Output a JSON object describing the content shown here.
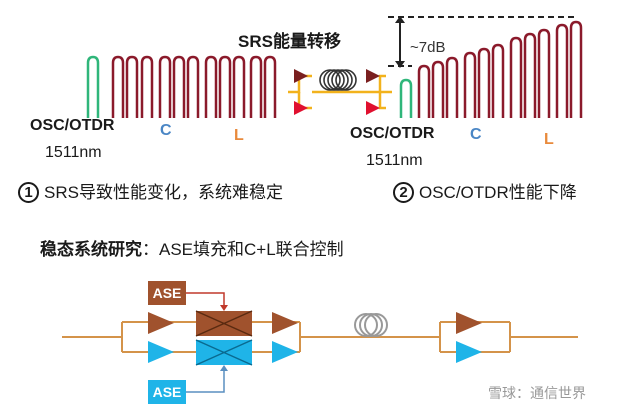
{
  "top": {
    "srs_title": "SRS能量转移",
    "db_label": "~7dB",
    "left_band": {
      "osc": "OSC/OTDR",
      "wavelength": "1511nm",
      "c": "C",
      "l": "L"
    },
    "right_band": {
      "osc": "OSC/OTDR",
      "wavelength": "1511nm",
      "c": "C",
      "l": "L"
    }
  },
  "issues": [
    {
      "num": "1",
      "text": "SRS导致性能变化，系统难稳定"
    },
    {
      "num": "2",
      "text": "OSC/OTDR性能下降"
    }
  ],
  "study": {
    "heading": "稳态系统研究",
    "colon": "：",
    "text": "ASE填充和C+L联合控制"
  },
  "bottom": {
    "ase_top": "ASE",
    "ase_bottom": "ASE"
  },
  "watermark": "雪球：通信世界",
  "colors": {
    "dark_red": "#8b1a2b",
    "red": "#e0102f",
    "green": "#2fb67a",
    "c_blue": "#4a86c5",
    "l_orange": "#e88a3c",
    "brown_box": "#a0522d",
    "fiber_orange": "#d4934a",
    "cyan": "#1fb4e8",
    "yellow": "#f2b21c"
  }
}
